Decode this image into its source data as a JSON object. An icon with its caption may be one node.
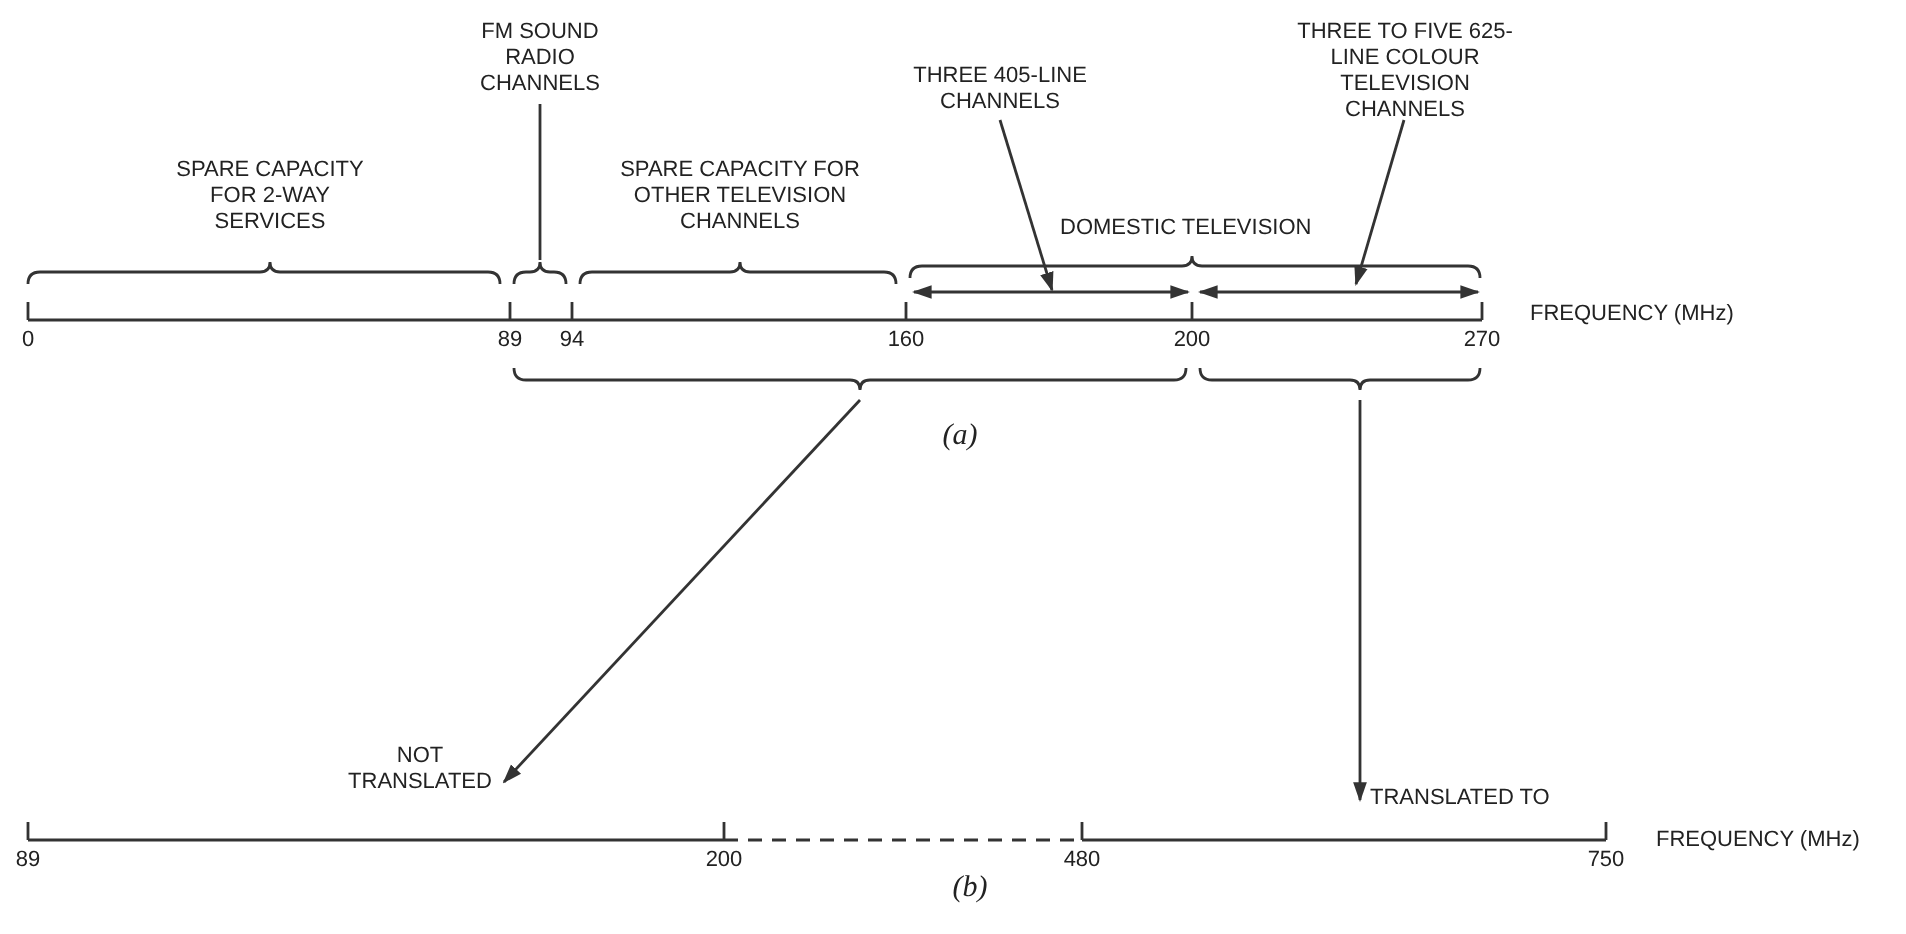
{
  "diagram": {
    "nodes": [
      {
        "text": [
          "FM SOUND RADIO CHANNELS"
        ]
      },
      {
        "text": [
          "THREE 405-LINE CHANNELS"
        ]
      },
      {
        "text": [
          "THREE TO FIVE 625-LINE COLOUR TELEVISION CHANNELS"
        ]
      },
      {
        "text": [],
        "shape": "brace"
      },
      {
        "text": [],
        "shape": "brace"
      },
      {
        "text": [
          "NOT TRANSLATED"
        ]
      },
      {
        "text": [
          "TRANSLATED TO"
        ]
      }
    ],
    "edges": [
      {
        "from": 0,
        "to": null,
        "arrow": "none"
      },
      {
        "from": 1,
        "to": null,
        "arrow": "to"
      },
      {
        "from": 2,
        "to": null,
        "arrow": "to"
      },
      {
        "from": 3,
        "to": 5,
        "arrow": "to"
      },
      {
        "from": 4,
        "to": 6,
        "arrow": "to"
      }
    ],
    "labels": [
      "SPARE CAPACITY FOR 2-WAY SERVICES",
      "SPARE CAPACITY FOR OTHER TELEVISION CHANNELS",
      "DOMESTIC TELEVISION",
      "0",
      "89",
      "94",
      "160",
      "200",
      "270",
      "FREQUENCY (MHz)",
      "(a)",
      "89",
      "200",
      "480",
      "750",
      "FREQUENCY (MHz)",
      "(b)"
    ]
  }
}
